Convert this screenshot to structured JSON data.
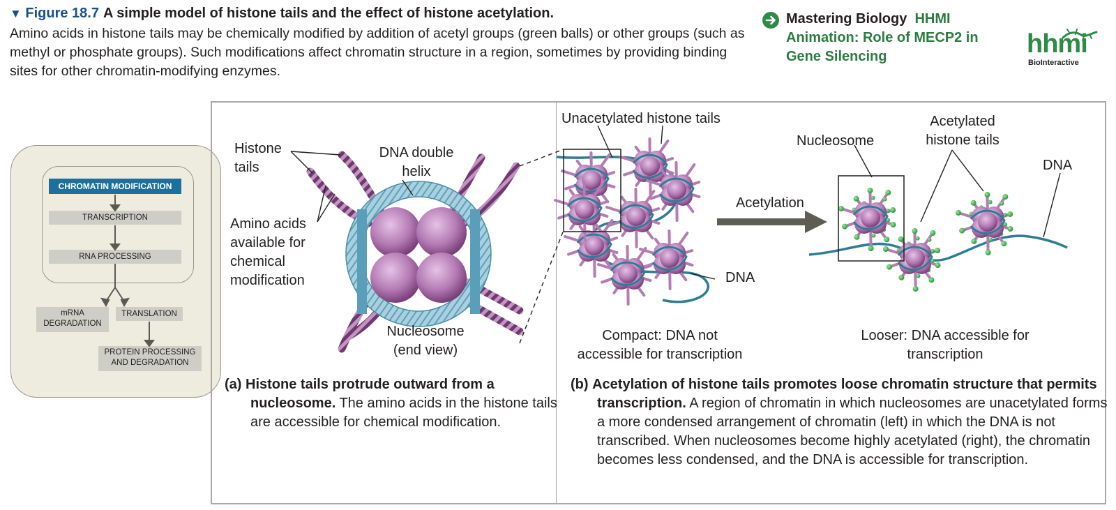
{
  "figure": {
    "number": "Figure 18.7",
    "title": "A simple model of histone tails and the effect of histone acetylation.",
    "caption": "Amino acids in histone tails may be chemically modified by addition of acetyl groups (green balls) or other groups (such as methyl or phosphate groups). Such modifications affect chromatin structure in a region, sometimes by providing binding sites for other chromatin-modifying enzymes."
  },
  "mastering": {
    "brand": "Mastering Biology",
    "link_text": "HHMI Animation: Role of MECP2 in Gene Silencing",
    "icon": "arrow-circle-icon"
  },
  "logo": {
    "letters": "hhmi",
    "subtitle": "BioInteractive"
  },
  "flowchart": {
    "steps": [
      "CHROMATIN MODIFICATION",
      "TRANSCRIPTION",
      "RNA PROCESSING",
      "mRNA DEGRADATION",
      "TRANSLATION",
      "PROTEIN PROCESSING AND DEGRADATION"
    ],
    "highlight_color": "#1f6f9c"
  },
  "panel_a": {
    "labels": {
      "histone_tails": "Histone tails",
      "dna_helix": "DNA double helix",
      "amino_acids": "Amino acids available for chemical modification",
      "nucleosome": "Nucleosome (end view)"
    },
    "caption_tag": "(a)",
    "caption_bold": "Histone tails protrude outward from a nucleosome.",
    "caption_text": "The amino acids in the histone tails are accessible for chemical modification."
  },
  "panel_b": {
    "labels": {
      "unacetylated": "Unacetylated histone tails",
      "dna_left": "DNA",
      "acetylation": "Acetylation",
      "nucleosome": "Nucleosome",
      "acetylated": "Acetylated histone tails",
      "dna_right": "DNA",
      "compact": "Compact: DNA not accessible for transcription",
      "looser": "Looser: DNA accessible for transcription"
    },
    "caption_tag": "(b)",
    "caption_bold": "Acetylation of histone tails promotes loose chromatin structure that permits transcription.",
    "caption_text": "A region of chromatin in which nucleosomes are unacetylated forms a more condensed arrangement of chromatin (left) in which the DNA is not transcribed. When nucleosomes become highly acetylated (right), the chromatin becomes less condensed, and the DNA is accessible for transcription."
  },
  "colors": {
    "histone": "#b47cb4",
    "histone_dark": "#7a3f7a",
    "dna": "#3f8aa8",
    "acetyl": "#3bb54a",
    "figure_blue": "#1a4f8b",
    "brand_green": "#2b7d3f"
  }
}
